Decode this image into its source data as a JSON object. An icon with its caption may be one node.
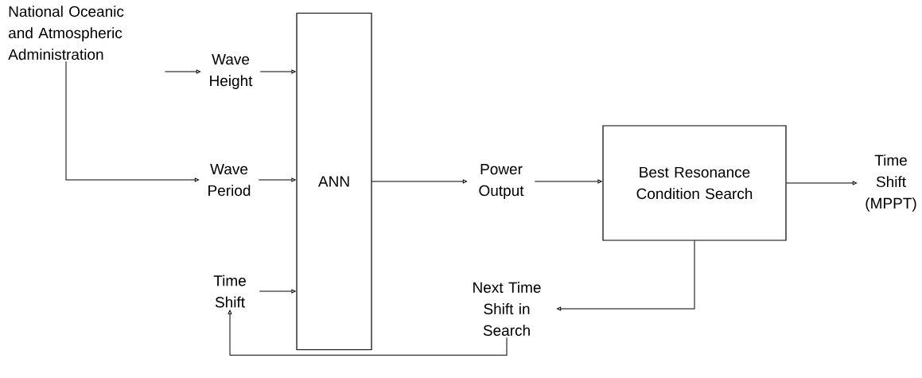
{
  "diagram": {
    "nodes": [
      {
        "text": [
          "National Oceanic and Atmospheric Administration"
        ]
      },
      {
        "text": [
          "Wave Height"
        ]
      },
      {
        "text": [
          "Wave Period"
        ]
      },
      {
        "text": [
          "Time Shift"
        ]
      },
      {
        "text": [
          "ANN"
        ]
      },
      {
        "text": [
          "Power Output"
        ]
      },
      {
        "text": [
          "Best Resonance Condition Search"
        ]
      },
      {
        "text": [
          "Time Shift (MPPT)"
        ]
      },
      {
        "text": [
          "Next Time Shift in Search"
        ]
      }
    ],
    "edges": [
      {
        "from": 0,
        "to": 1,
        "arrow": "to"
      },
      {
        "from": 0,
        "to": 2,
        "arrow": "to"
      },
      {
        "from": 1,
        "to": 4,
        "arrow": "to"
      },
      {
        "from": 2,
        "to": 4,
        "arrow": "to"
      },
      {
        "from": 3,
        "to": 4,
        "arrow": "to"
      },
      {
        "from": 4,
        "to": 5,
        "arrow": "to"
      },
      {
        "from": 5,
        "to": 6,
        "arrow": "to"
      },
      {
        "from": 6,
        "to": 7,
        "arrow": "to"
      },
      {
        "from": 6,
        "to": 8,
        "arrow": "to"
      },
      {
        "from": 8,
        "to": 3,
        "arrow": "to"
      }
    ]
  }
}
